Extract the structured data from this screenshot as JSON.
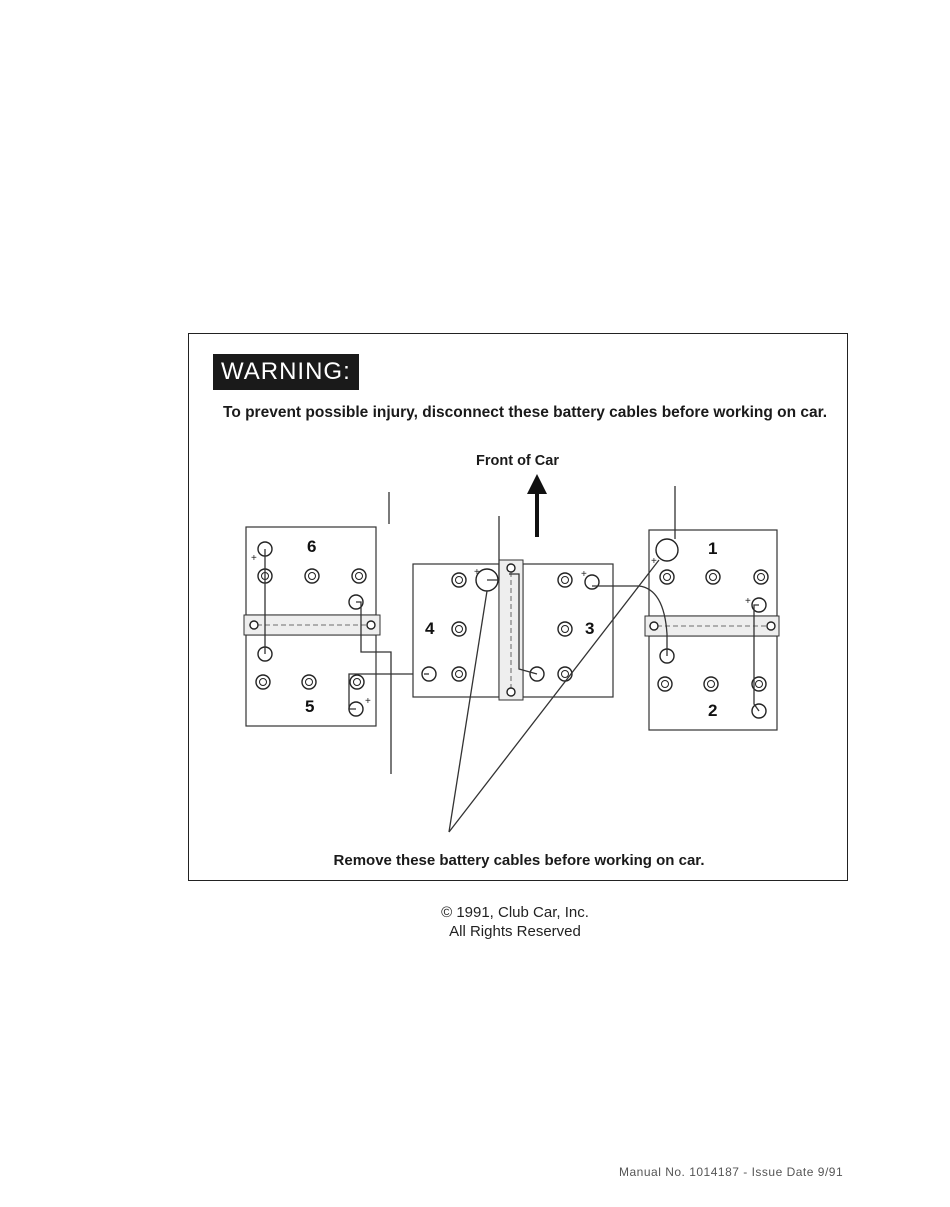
{
  "warning": {
    "badge": "WARNING:",
    "instruction": "To prevent possible injury, disconnect these battery cables before working on car."
  },
  "diagram": {
    "front_label": "Front of Car",
    "remove_note": "Remove these battery cables before working on car.",
    "batteries": [
      "1",
      "2",
      "3",
      "4",
      "5",
      "6"
    ],
    "plus_sign": "+"
  },
  "footer": {
    "copyright": "© 1991, Club Car, Inc.",
    "rights": "All Rights Reserved",
    "manual": "Manual No. 1014187 - Issue Date 9/91"
  }
}
